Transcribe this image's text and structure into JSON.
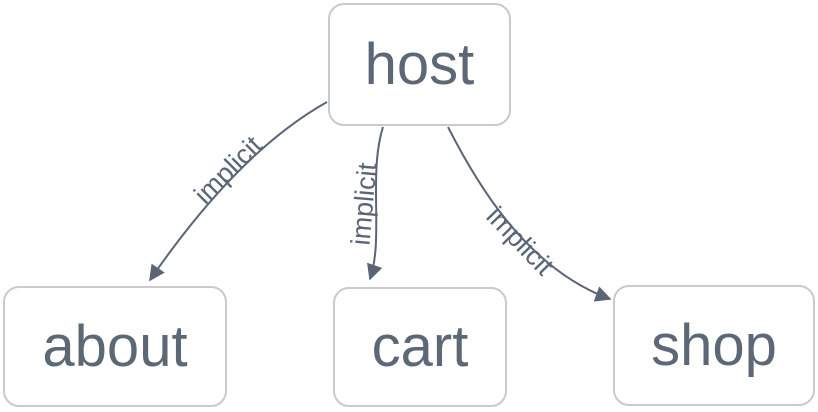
{
  "diagram": {
    "nodes": [
      {
        "id": "host",
        "label": "host"
      },
      {
        "id": "about",
        "label": "about"
      },
      {
        "id": "cart",
        "label": "cart"
      },
      {
        "id": "shop",
        "label": "shop"
      }
    ],
    "edges": [
      {
        "source": "host",
        "target": "about",
        "label": "implicit"
      },
      {
        "source": "host",
        "target": "cart",
        "label": "implicit"
      },
      {
        "source": "host",
        "target": "shop",
        "label": "implicit"
      }
    ],
    "colors": {
      "edge": "#5b6575",
      "node_border": "#c9cacc",
      "node_text": "#5d6877",
      "background": "#ffffff"
    }
  }
}
